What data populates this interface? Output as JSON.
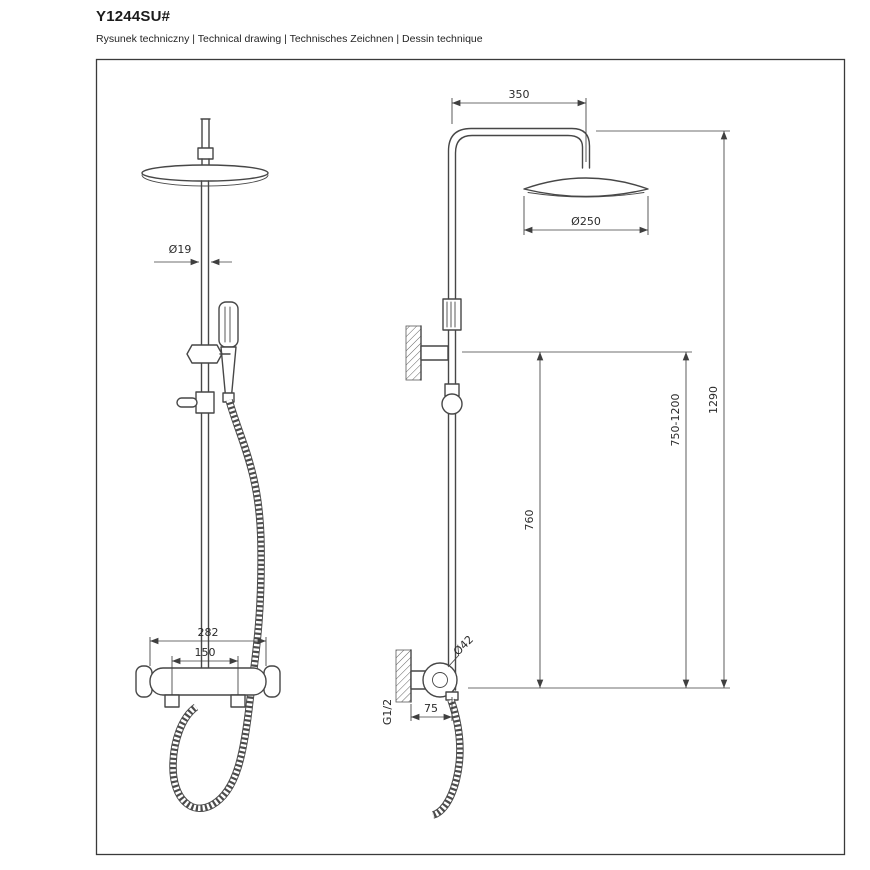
{
  "header": {
    "title": "Y1244SU#",
    "subtitle": "Rysunek techniczny | Technical drawing | Technisches Zeichnen | Dessin technique"
  },
  "drawing": {
    "labels": {
      "pipe_diameter": "Ø19",
      "mixer_width": "282",
      "inlet_spacing": "150",
      "arm_length": "350",
      "head_diameter": "Ø250",
      "total_height": "1290",
      "wall_height_range": "750-1200",
      "hose_drop": "760",
      "escutcheon_diameter": "Ø42",
      "thread_size": "G1/2",
      "wall_offset": "75"
    }
  },
  "colors": {
    "line": "#474747",
    "dimension": "#3f3f3f",
    "background": "#ffffff"
  }
}
